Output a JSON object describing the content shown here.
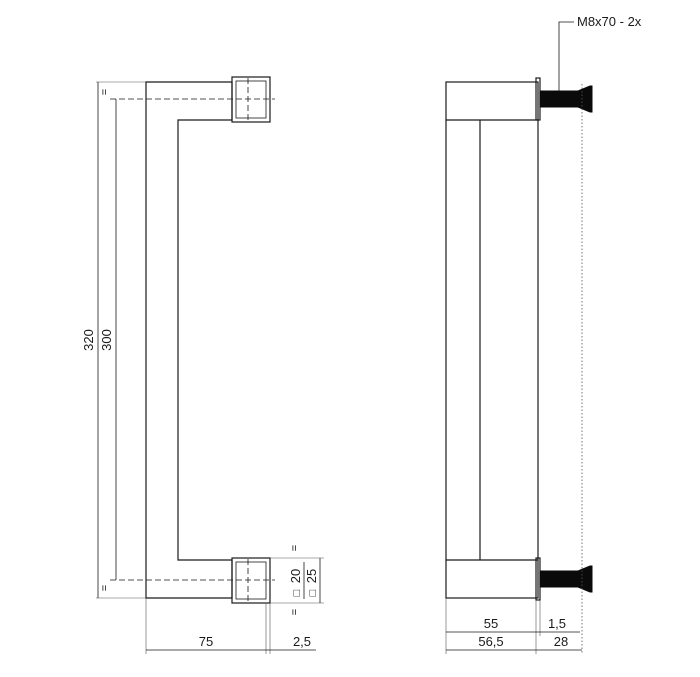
{
  "annotation": {
    "screw": "M8x70 - 2x"
  },
  "front_view": {
    "dims": {
      "overall_length": "320",
      "center_distance": "300",
      "projection": "75",
      "offset": "2,5",
      "inner_square": "20",
      "outer_square": "25",
      "square_symbol": "□",
      "equal_mark": "="
    }
  },
  "side_view": {
    "dims": {
      "depth": "55",
      "rose": "1,5",
      "total_depth": "56,5",
      "thread": "28"
    }
  }
}
